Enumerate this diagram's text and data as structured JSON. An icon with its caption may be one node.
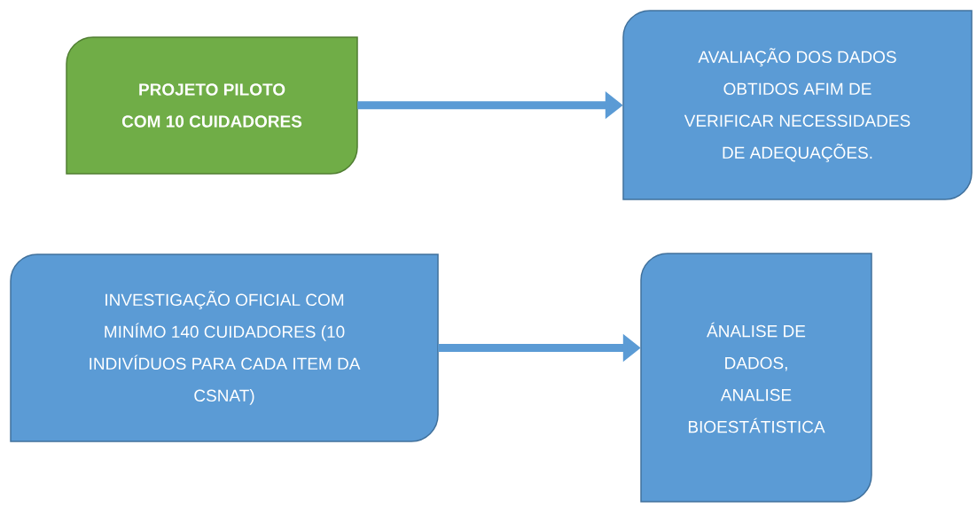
{
  "diagram": {
    "nodes": [
      {
        "text": [
          "PROJETO PILOTO COM 10 CUIDADORES"
        ]
      },
      {
        "text": [
          "AVALIAÇÃO DOS DADOS OBTIDOS AFIM DE VERIFICAR NECESSIDADES DE ADEQUAÇÕES."
        ]
      },
      {
        "text": [
          "INVESTIGAÇÃO OFICIAL COM MINÍMO 140 CUIDADORES (10 INDIVÍDUOS PARA CADA ITEM DA CSNAT)"
        ]
      },
      {
        "text": [
          "ÁNALISE DE DADOS,",
          "ANALISE BIOESTÁTISTICA"
        ]
      }
    ],
    "edges": [
      {
        "from": 0,
        "to": 1,
        "arrow": "to"
      },
      {
        "from": 2,
        "to": 3,
        "arrow": "to"
      }
    ]
  }
}
